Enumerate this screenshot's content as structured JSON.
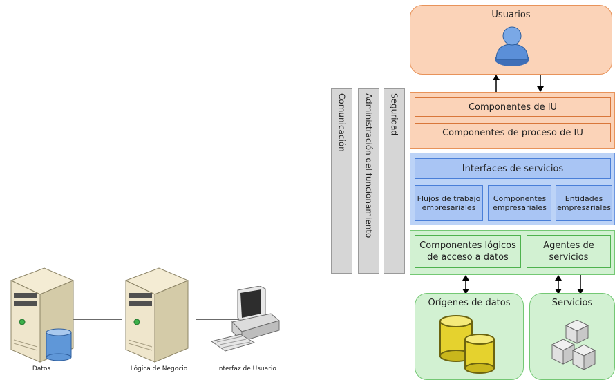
{
  "left_diagram": {
    "server_data_label": "Datos",
    "server_logic_label": "Lógica de Negocio",
    "client_label": "Interfaz de Usuario"
  },
  "architecture": {
    "crosscutting": [
      "Comunicación",
      "Administración del funcionamiento",
      "Seguridad"
    ],
    "users_label": "Usuarios",
    "ui_components": "Componentes de IU",
    "ui_process_components": "Componentes de proceso de IU",
    "service_interfaces": "Interfaces de servicios",
    "business_workflows": "Flujos de trabajo empresariales",
    "business_components": "Componentes empresariales",
    "business_entities": "Entidades empresariales",
    "data_access_components": "Componentes lógicos de acceso a datos",
    "service_agents": "Agentes de servicios",
    "data_sources": "Orígenes de datos",
    "services": "Servicios"
  },
  "colors": {
    "presentation": "#fbd3b8",
    "business": "#bcd3f7",
    "data": "#d2f1d2",
    "crosscutting": "#d6d6d6"
  }
}
